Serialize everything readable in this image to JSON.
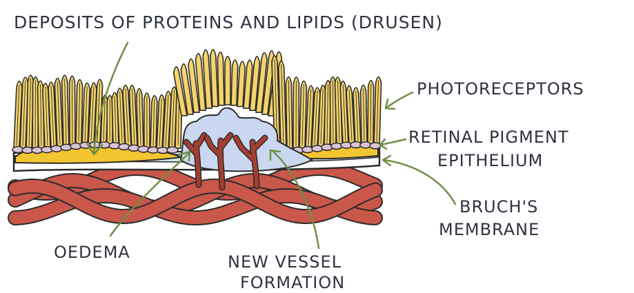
{
  "labels": {
    "drusen": "DEPOSITS OF PROTEINS AND LIPIDS (DRUSEN)",
    "photoreceptors": "PHOTORECEPTORS",
    "rpe_line1": "RETINAL PIGMENT",
    "rpe_line2": "EPITHELIUM",
    "bruch_line1": "BRUCH'S",
    "bruch_line2": "MEMBRANE",
    "oedema": "OEDEMA",
    "new_vessel_line1": "NEW VESSEL",
    "new_vessel_line2": "FORMATION"
  },
  "colors": {
    "photoreceptor": "#f4d36a",
    "outline": "#2b2b2b",
    "rpe_cell": "#d9c3d6",
    "drusen": "#f3c531",
    "bruch": "#cfe3df",
    "oedema": "#c9d7f0",
    "vessel": "#c9574a",
    "new_vessel": "#a23f31",
    "arrow": "#6f8f45",
    "text": "#2f3340"
  }
}
